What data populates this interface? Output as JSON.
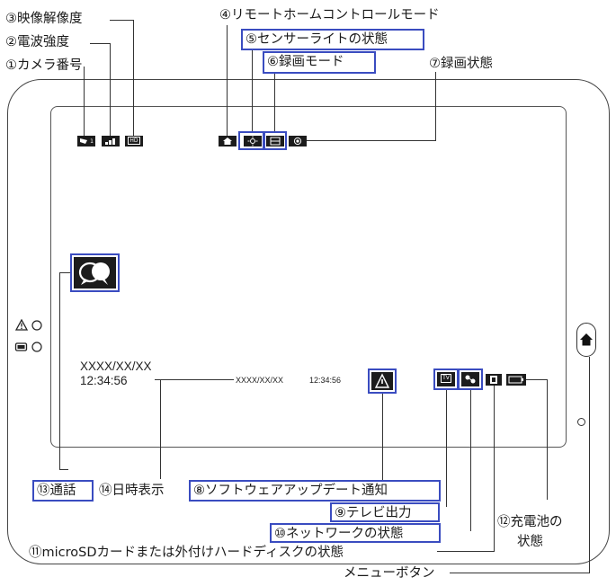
{
  "labels": {
    "l1": "①カメラ番号",
    "l2": "②電波強度",
    "l3": "③映像解像度",
    "l4": "④リモートホームコントロールモード",
    "l5": "⑤センサーライトの状態",
    "l6": "⑥録画モード",
    "l7": "⑦録画状態",
    "l8": "⑧ソフトウェアアップデート通知",
    "l9": "⑨テレビ出力",
    "l10": "⑩ネットワークの状態",
    "l11": "⑪microSDカードまたは外付けハードディスクの状態",
    "l12a": "⑫充電池の",
    "l12b": "状態",
    "l13": "⑬通話",
    "l14": "⑭日時表示",
    "menu": "メニューボタン"
  },
  "screen": {
    "date_large": "XXXX/XX/XX",
    "time_large": "12:34:56",
    "date_small": "XXXX/XX/XX",
    "time_small": "12:34:56",
    "hd_badge": "HD",
    "camera_sub": "1",
    "tv_badge": "TV"
  },
  "icons": {
    "camera": "camera-icon",
    "signal": "signal-strength-icon",
    "resolution": "hd-resolution-icon",
    "home": "home-icon",
    "sensor_light": "sensor-light-icon",
    "record_mode": "record-mode-icon",
    "record_state": "record-state-icon",
    "talk": "speech-bubbles-icon",
    "update": "update-notice-icon",
    "tv": "tv-output-icon",
    "network": "network-icon",
    "sdcard": "sd-card-icon",
    "battery": "battery-icon",
    "menu_button": "home-button-icon",
    "warning": "warning-icon",
    "charge": "charge-icon"
  },
  "colors": {
    "highlight_box": "#3a4cc0",
    "icon_bg": "#1c1c1c",
    "outline": "#444444"
  }
}
